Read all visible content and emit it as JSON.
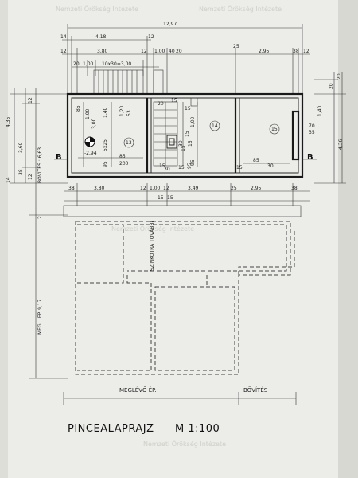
{
  "watermark": "Nemzeti Örökség Intézete",
  "title": "PINCEALAPRAJZ",
  "scale": "M 1:100",
  "top_dims": {
    "total": "12,97",
    "row1": [
      "14",
      "4,18",
      "12"
    ],
    "row2": [
      "12",
      "3,80",
      "12",
      "1,00",
      "40",
      "20",
      "25",
      "2,95",
      "38",
      "12"
    ],
    "row3": [
      "20",
      "1,00",
      "10x30=3,00"
    ]
  },
  "right_dims": [
    "20",
    "20",
    "1,40",
    "70",
    "35",
    "4,36"
  ],
  "left_dims": [
    "4,35",
    "3,60",
    "14",
    "38",
    "12",
    "12",
    "BŐVÍTÉS : 6,63",
    "2",
    "MEGL. ÉP. 9,17"
  ],
  "inner_dims": [
    "85",
    "1,00",
    "3,00",
    "1,40",
    "1,20",
    "53",
    "5x25",
    "95",
    "85",
    "200",
    "15",
    "1,00",
    "15",
    "15",
    "30",
    "95",
    "85",
    "30",
    "15",
    "15",
    "30",
    "15",
    "20",
    "15",
    "95",
    "15"
  ],
  "bottom_dims": [
    "38",
    "3,80",
    "12",
    "1,00",
    "12",
    "3,49",
    "25",
    "2,95",
    "38",
    "15",
    "15"
  ],
  "rooms": [
    "13",
    "14",
    "15"
  ],
  "level_mark": "-2,94",
  "section_mark": "B",
  "vertical_note": "SZINKOTRA TOVÁBBI",
  "bottom_labels": {
    "existing": "MEGLÉVŐ ÉP.",
    "extension": "BŐVÍTÉS"
  }
}
